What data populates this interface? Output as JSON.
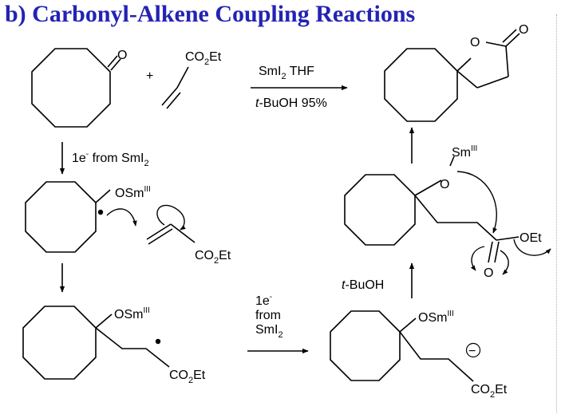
{
  "title": "b) Carbonyl-Alkene Coupling Reactions",
  "colors": {
    "title": "#2323b4",
    "ink": "#000000"
  },
  "step1": {
    "reagent_main": "SmI",
    "reagent_sub": "2",
    "reagent_solvent": " THF",
    "condition_italic": "t",
    "condition_rest": "-BuOH 95%"
  },
  "plus": "+",
  "acrylate": {
    "co": "CO",
    "sub": "2",
    "et": "Et"
  },
  "product": {
    "ring_o": "O",
    "carbonyl_o": "O"
  },
  "ketyl_step": {
    "prefix": "1e",
    "sup": "-",
    "rest": " from SmI",
    "sub": "2"
  },
  "ketyl": {
    "osm": "OSm",
    "sup": "III"
  },
  "radical_adduct": {
    "osm": "OSm",
    "sup": "III",
    "co": "CO",
    "sub": "2",
    "et": "Et"
  },
  "reduction": {
    "line1_prefix": "1e",
    "line1_sup": "-",
    "line2": "from",
    "line3_main": "SmI",
    "line3_sub": "2"
  },
  "enolate": {
    "osm": "OSm",
    "sup": "III",
    "charge": "−",
    "co": "CO",
    "sub": "2",
    "et": "Et"
  },
  "protonation": {
    "italic": "t",
    "rest": "-BuOH"
  },
  "lactonization": {
    "sm": "Sm",
    "sup": "III",
    "o_ether": "O",
    "carbonyl_o": "O",
    "oet": "OEt"
  }
}
